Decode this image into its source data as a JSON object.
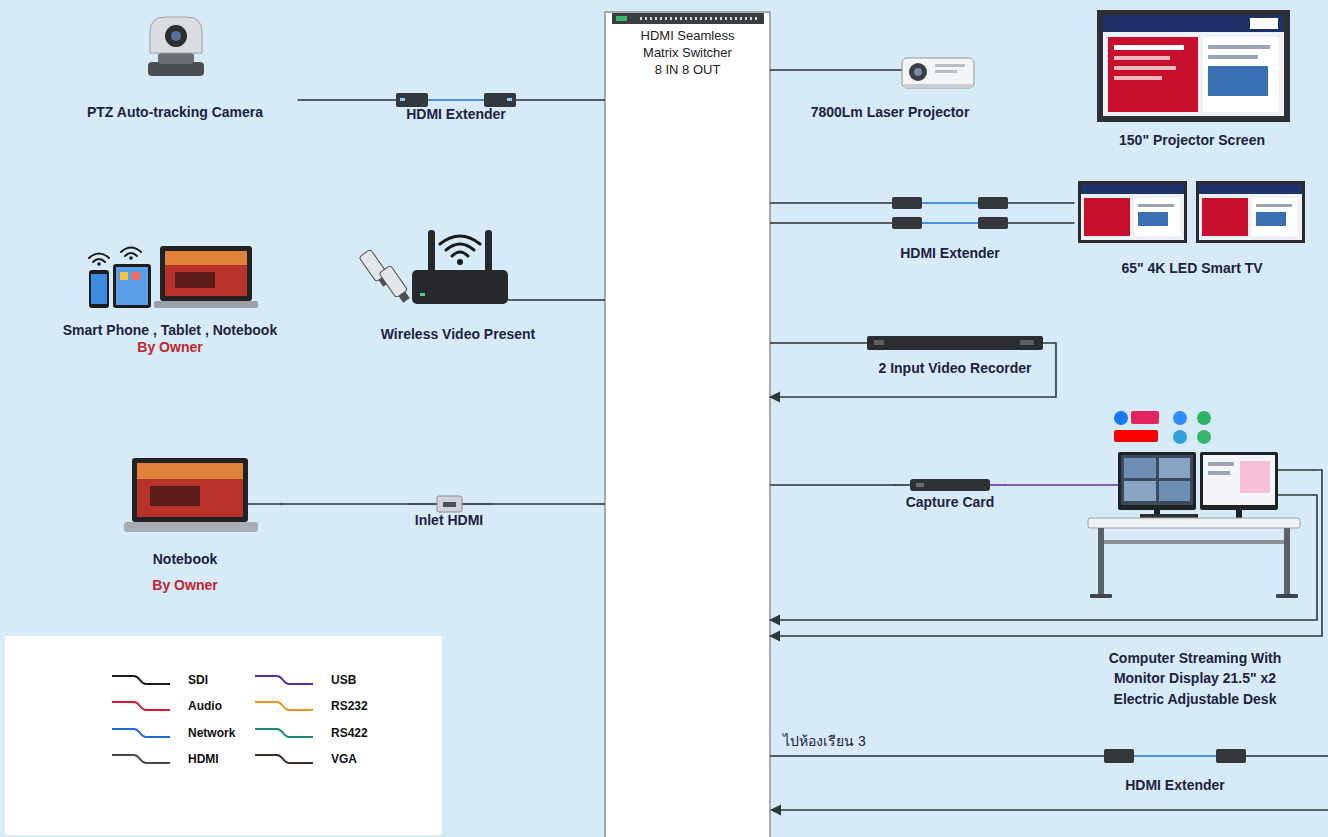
{
  "diagram": {
    "nodes": [
      {
        "text": [
          "PTZ Auto-tracking Camera"
        ]
      },
      {
        "text": [
          "HDMI Extender"
        ]
      },
      {
        "text": [
          "HDMI Seamless Matrix Switcher 8 IN 8 OUT"
        ]
      },
      {
        "text": [
          "7800Lm Laser Projector"
        ]
      },
      {
        "text": [
          "150\" Projector Screen"
        ]
      },
      {
        "text": [
          "Smart Phone , Tablet , Notebook",
          "By Owner"
        ]
      },
      {
        "text": [
          "Wireless Video Present"
        ]
      },
      {
        "text": [
          "HDMI Extender"
        ]
      },
      {
        "text": [
          "65\" 4K LED Smart TV"
        ]
      },
      {
        "text": [
          "2 Input Video Recorder"
        ]
      },
      {
        "text": [
          "Notebook",
          "By Owner"
        ]
      },
      {
        "text": [
          "Inlet HDMI"
        ]
      },
      {
        "text": [
          "Capture Card"
        ]
      },
      {
        "text": [
          "Computer Streaming With Monitor Display 21.5\" x2 Electric Adjustable Desk"
        ]
      },
      {
        "text": [
          "HDMI Extender"
        ]
      }
    ],
    "edges": [
      {
        "from": 0,
        "to": 1,
        "arrow": "none"
      },
      {
        "from": 1,
        "to": 2,
        "arrow": "none"
      },
      {
        "from": 2,
        "to": 3,
        "arrow": "none"
      },
      {
        "from": 2,
        "to": 7,
        "arrow": "none"
      },
      {
        "from": 2,
        "to": 7,
        "arrow": "none"
      },
      {
        "from": 7,
        "to": 8,
        "arrow": "none"
      },
      {
        "from": 7,
        "to": 8,
        "arrow": "none"
      },
      {
        "from": 6,
        "to": 2,
        "arrow": "none"
      },
      {
        "from": 2,
        "to": 9,
        "arrow": "none"
      },
      {
        "from": 9,
        "to": 2,
        "arrow": "to"
      },
      {
        "from": 10,
        "to": 11,
        "arrow": "none"
      },
      {
        "from": 11,
        "to": 2,
        "arrow": "none"
      },
      {
        "from": 2,
        "to": 12,
        "arrow": "none"
      },
      {
        "from": 12,
        "to": 13,
        "arrow": "none"
      },
      {
        "from": 13,
        "to": 2,
        "arrow": "to"
      },
      {
        "from": 13,
        "to": 2,
        "arrow": "to"
      },
      {
        "from": 2,
        "to": 14,
        "label": "ไปห้องเรียน 3",
        "arrow": "none"
      }
    ],
    "legend": [
      {
        "text": "SDI"
      },
      {
        "text": "Audio"
      },
      {
        "text": "Network"
      },
      {
        "text": "HDMI"
      },
      {
        "text": "USB"
      },
      {
        "text": "RS232"
      },
      {
        "text": "RS422"
      },
      {
        "text": "VGA"
      }
    ]
  }
}
